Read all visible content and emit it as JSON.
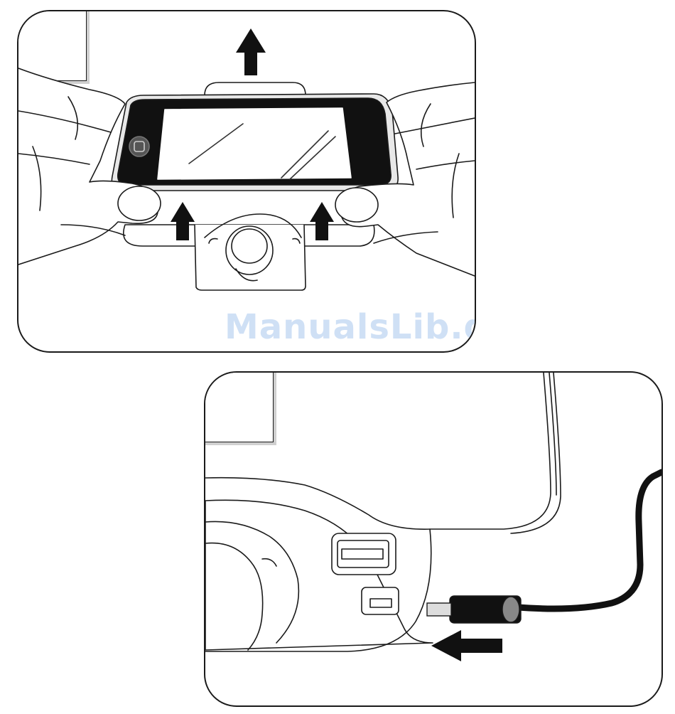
{
  "watermark": {
    "text": "ManualsLib.de"
  },
  "panels": [
    {
      "name": "step-remove-phone",
      "icons": [
        "hands-icon",
        "phone-icon",
        "cradle-icon",
        "up-arrow-icon"
      ]
    },
    {
      "name": "step-connect-cable",
      "icons": [
        "car-console-icon",
        "usb-port-icon",
        "mini-usb-port-icon",
        "cable-plug-icon",
        "left-arrow-icon"
      ]
    }
  ]
}
